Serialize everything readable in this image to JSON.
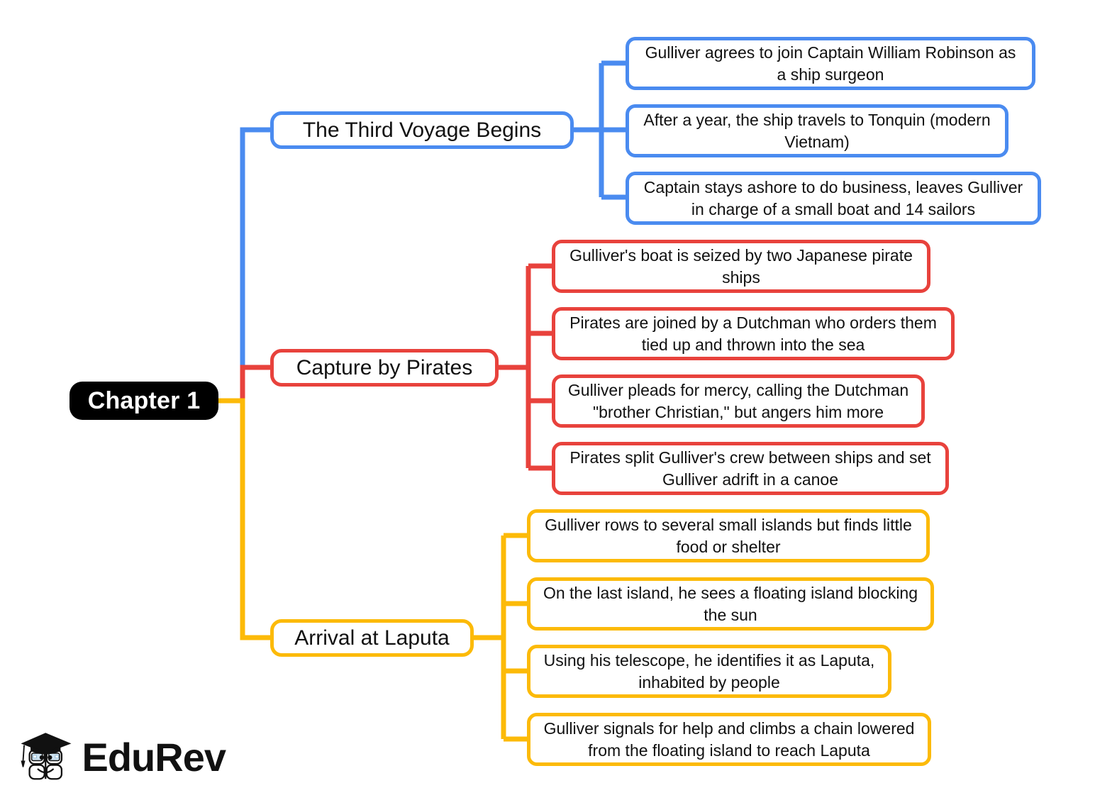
{
  "diagram": {
    "type": "mind-map",
    "title": "Chapter 1",
    "root": {
      "label": "Chapter 1",
      "color": "#000000",
      "text_color": "#ffffff"
    },
    "branches": [
      {
        "label": "The Third Voyage Begins",
        "color": "#4a8bf0",
        "color_name": "blue",
        "children": [
          {
            "label": "Gulliver agrees to join Captain William Robinson as a ship surgeon"
          },
          {
            "label": "After a year, the ship travels to Tonquin (modern Vietnam)"
          },
          {
            "label": "Captain stays ashore to do business, leaves Gulliver in charge of a small boat and 14 sailors"
          }
        ]
      },
      {
        "label": "Capture by Pirates",
        "color": "#e8423c",
        "color_name": "red",
        "children": [
          {
            "label": "Gulliver's boat is seized by two Japanese pirate ships"
          },
          {
            "label": "Pirates are joined by a Dutchman who orders them tied up and thrown into the sea"
          },
          {
            "label": "Gulliver pleads for mercy, calling the Dutchman \"brother Christian,\" but angers him more"
          },
          {
            "label": "Pirates split Gulliver's crew between ships and set Gulliver adrift in a canoe"
          }
        ]
      },
      {
        "label": "Arrival at Laputa",
        "color": "#fcba08",
        "color_name": "gold",
        "children": [
          {
            "label": "Gulliver rows to several small islands but finds little food or shelter"
          },
          {
            "label": "On the last island, he sees a floating island blocking the sun"
          },
          {
            "label": "Using his telescope, he identifies it as Laputa, inhabited by people"
          },
          {
            "label": "Gulliver signals for help and climbs a chain lowered from the floating island to reach Laputa"
          }
        ]
      }
    ]
  },
  "logo": {
    "wordmark": "EduRev",
    "icon": "graduation-cap-book-mascot",
    "cap_color": "#000000",
    "eye_color": "#cfe4f2"
  }
}
